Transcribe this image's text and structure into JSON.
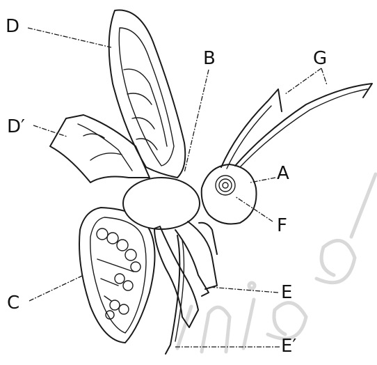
{
  "labels": {
    "A": "A",
    "B": "B",
    "C": "C",
    "D": "D",
    "D_prime": "D′",
    "E": "E",
    "E_prime": "E′",
    "F": "F",
    "G": "G"
  }
}
